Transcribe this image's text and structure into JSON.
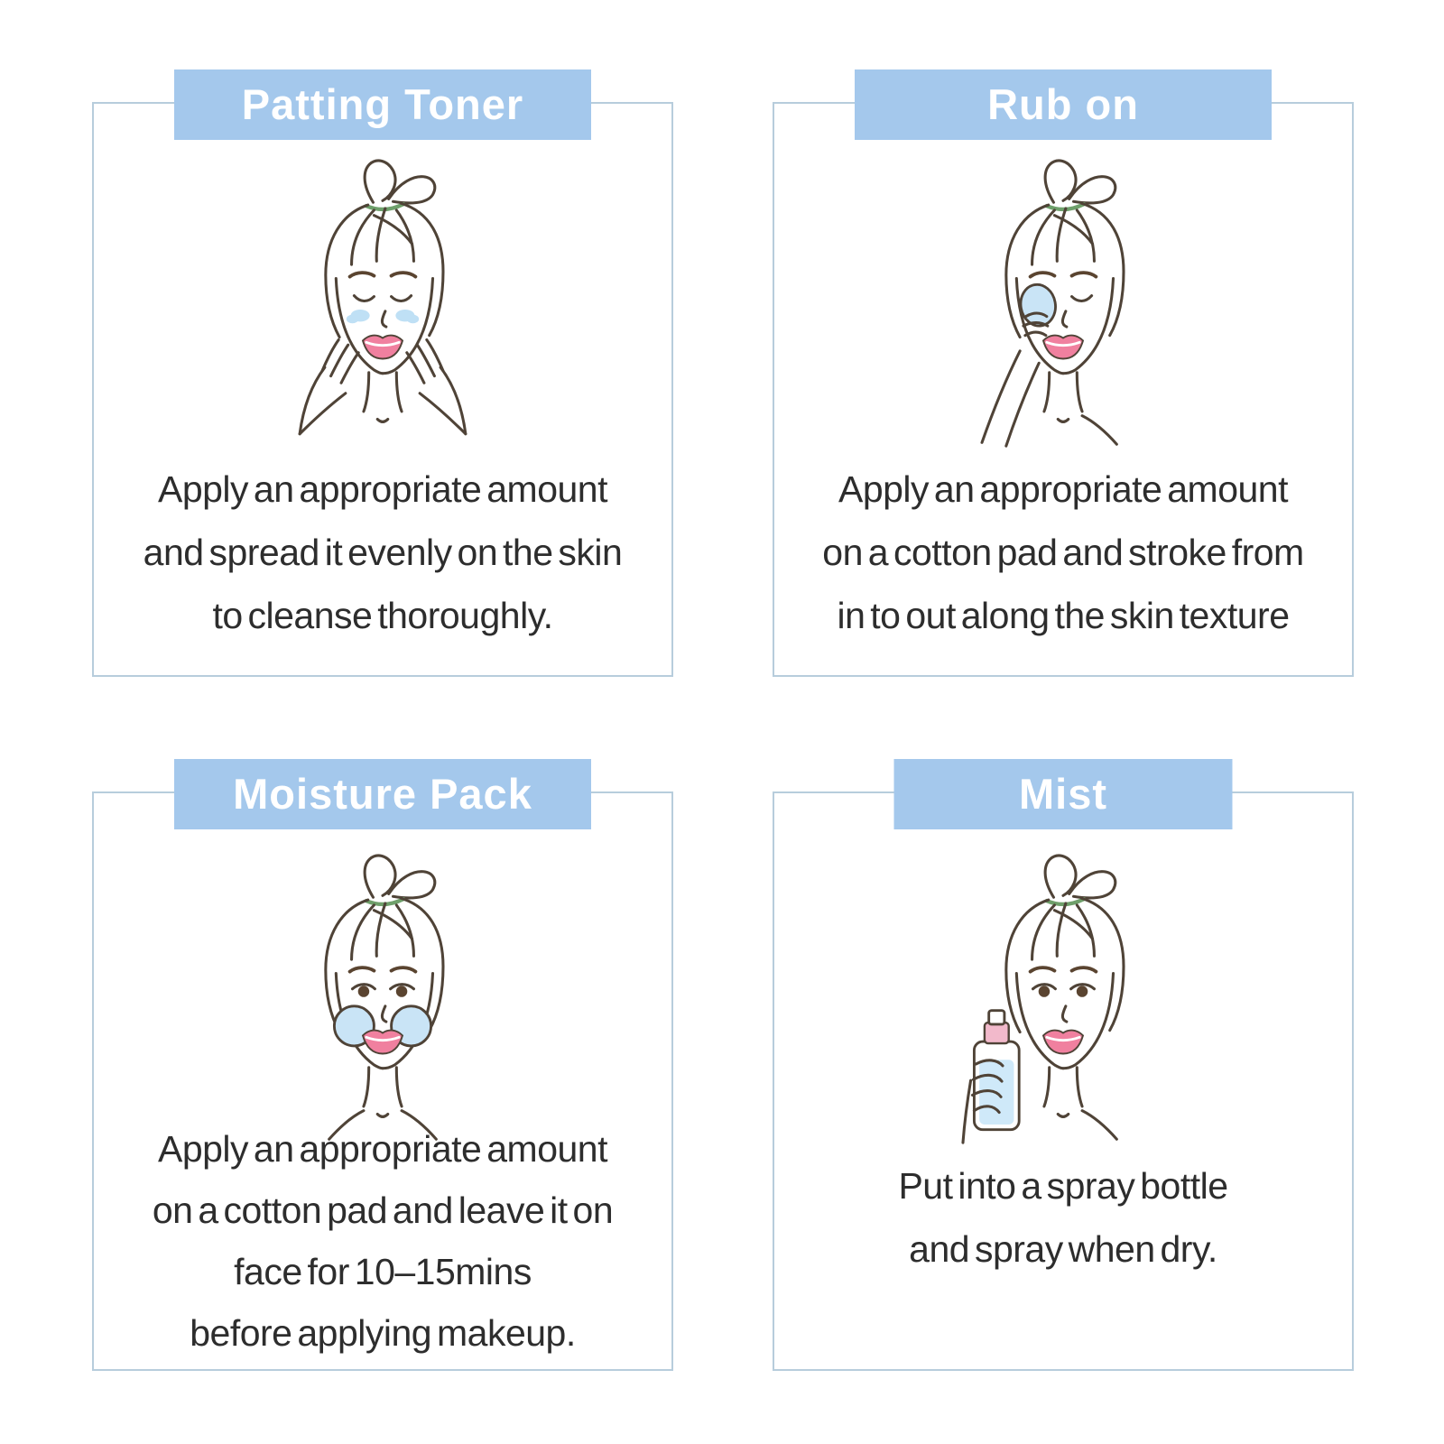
{
  "colors": {
    "band": "#a4c8ec",
    "band_text": "#ffffff",
    "card_border": "#b7cddc",
    "body_text": "#2d2d2d",
    "line": "#4f4337",
    "brow": "#5a4430",
    "lip": "#f0809f",
    "pad": "#c9e4f6",
    "splash": "#bfe0f5",
    "tie": "#6fa06b",
    "liquid": "#cfe9f9",
    "pump": "#f2b9cb"
  },
  "panels": [
    {
      "id": "patting-toner",
      "title": "Patting Toner",
      "lines": [
        "Apply an appropriate amount",
        "and spread it evenly on the skin",
        "to cleanse thoroughly."
      ]
    },
    {
      "id": "rub-on",
      "title": "Rub on",
      "lines": [
        "Apply an appropriate amount",
        "on a cotton pad and stroke from",
        "in to out along the skin texture"
      ]
    },
    {
      "id": "moisture-pack",
      "title": "Moisture Pack",
      "lines": [
        "Apply an appropriate amount",
        "on a cotton pad and leave it on",
        "face for 10–15mins",
        "before applying makeup."
      ]
    },
    {
      "id": "mist",
      "title": "Mist",
      "lines": [
        "Put into a spray bottle",
        "and spray when dry."
      ]
    }
  ]
}
